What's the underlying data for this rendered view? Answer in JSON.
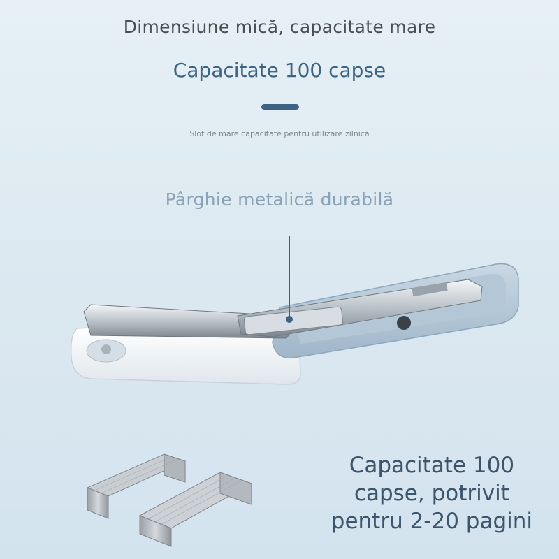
{
  "header": {
    "headline": "Dimensiune mică, capacitate mare",
    "title": "Capacitate 100 capse",
    "caption": "Slot de mare capacitate pentru utilizare zilnică"
  },
  "callout": {
    "label": "Pârghie metalică durabilă"
  },
  "bottom": {
    "lines": [
      "Capacitate 100",
      "capse, potrivit",
      "pentru 2-20 pagini"
    ]
  },
  "colors": {
    "accent": "#3d6384",
    "label_light": "#8aa2b6",
    "background": "#dde9f1"
  }
}
